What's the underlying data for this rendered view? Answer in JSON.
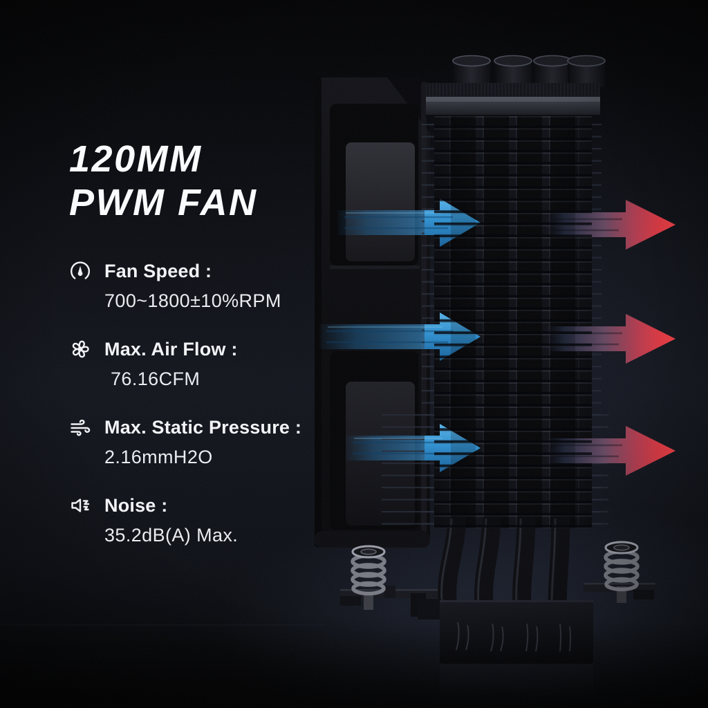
{
  "page": {
    "type": "product-feature-graphic",
    "product": "120mm PWM fan tower CPU cooler"
  },
  "title": {
    "line1": "120MM",
    "line2": "PWM FAN"
  },
  "specs": [
    {
      "icon": "gauge-icon",
      "label": "Fan Speed :",
      "value": "700~1800±10%RPM"
    },
    {
      "icon": "fan-blades-icon",
      "label": "Max. Air Flow :",
      "value": "76.16CFM"
    },
    {
      "icon": "wind-icon",
      "label": "Max. Static Pressure :",
      "value": "2.16mmH2O"
    },
    {
      "icon": "speaker-noise-icon",
      "label": "Noise :",
      "value": "35.2dB(A) Max."
    }
  ],
  "diagram": {
    "subject": "side view of tower CPU cooler: 120mm fan, fin stack, 4 heat pipes, spring screws, mounting bar",
    "airflow": {
      "direction": "left-to-right",
      "arrow_rows": 3,
      "intake_arrow_color": "#2f8fce",
      "exhaust_arrow_color": "#ee3a43"
    }
  },
  "colors": {
    "background_top": "#020203",
    "background_mid": "#14161e",
    "text": "#f1f3f6"
  }
}
